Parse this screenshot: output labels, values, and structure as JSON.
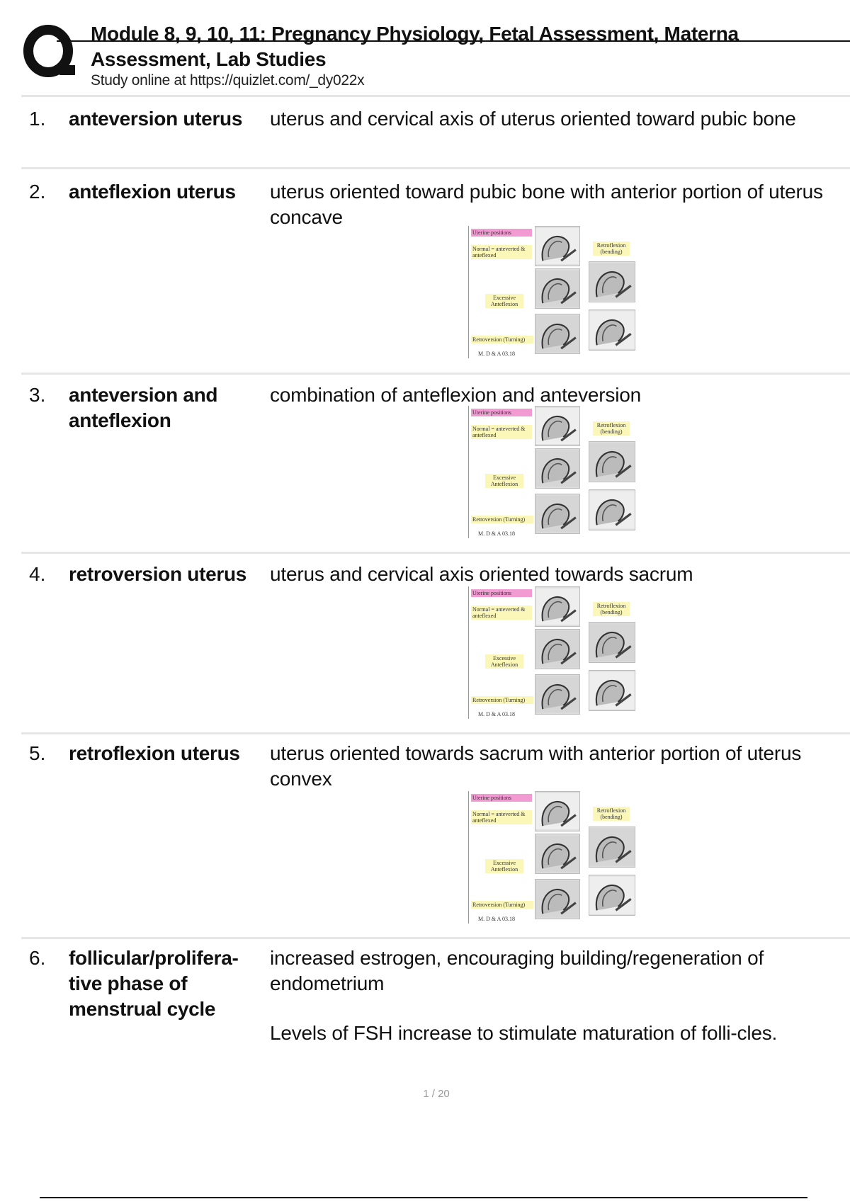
{
  "header": {
    "title_line1": "Module 8, 9, 10, 11: Pregnancy Physiology, Fetal Assessment, Materna",
    "title_line2": "Assessment, Lab Studies",
    "subtitle": "Study online at https://quizlet.com/_dy022x"
  },
  "diagram": {
    "title": "Uterine positions",
    "normal": "Normal = anteverted & anteflexed",
    "retroflexion": "Retroflexion (bending)",
    "excessive": "Excessive Anteflexion",
    "retroversion": "Retroversion (Turning)",
    "credit": "M. D & A 03.18"
  },
  "cards": [
    {
      "number": "1.",
      "term": "anteversion uterus",
      "definition": [
        "uterus and cervical axis of uterus oriented toward pubic bone"
      ],
      "has_image": false
    },
    {
      "number": "2.",
      "term": "anteflexion uterus",
      "definition": [
        "uterus oriented toward pubic bone with anterior portion of uterus concave"
      ],
      "has_image": true
    },
    {
      "number": "3.",
      "term": "anteversion and anteflexion",
      "definition": [
        "combination of anteflexion and anteversion"
      ],
      "has_image": true
    },
    {
      "number": "4.",
      "term": "retroversion uterus",
      "definition": [
        "uterus and cervical axis oriented towards sacrum"
      ],
      "has_image": true
    },
    {
      "number": "5.",
      "term": "retroflexion uterus",
      "definition": [
        "uterus oriented towards sacrum with anterior portion of uterus convex"
      ],
      "has_image": true
    },
    {
      "number": "6.",
      "term": "follicular/prolifera-tive phase of menstrual cycle",
      "definition": [
        "increased estrogen, encouraging building/regeneration of endometrium",
        "Levels of FSH increase to stimulate maturation of folli-cles."
      ],
      "has_image": false
    }
  ],
  "footer": {
    "page": "1 / 20"
  }
}
